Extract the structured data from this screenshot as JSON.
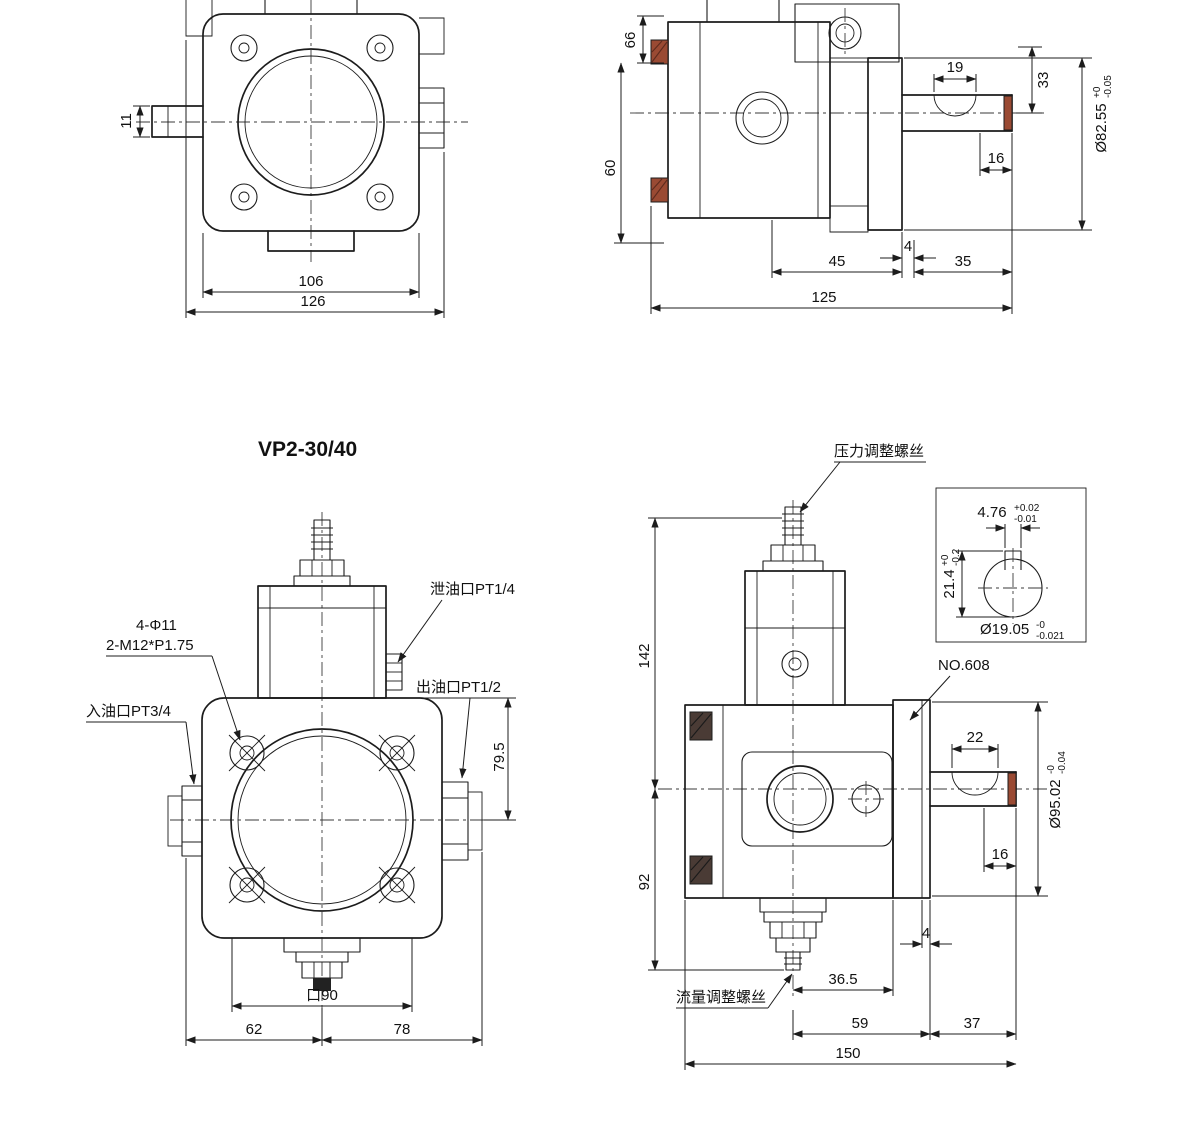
{
  "colors": {
    "background": "#ffffff",
    "line": "#1c1c1c",
    "seal_red": "#9a4a33",
    "seal_dark": "#4a3b35"
  },
  "title": "VP2-30/40",
  "front_top": {
    "dim_port_height": "11",
    "dim_bolt_span": "106",
    "dim_overall_width": "126"
  },
  "side_top": {
    "dim_port_top": "66",
    "dim_port_spacing": "60",
    "dim_key_length": "19",
    "dim_shaft_height": "33",
    "dim_shaft_end": "16",
    "dim_body_length": "45",
    "dim_flange_step": "4",
    "dim_shaft_length": "35",
    "dim_overall_length": "125",
    "spigot_dia": "Ø82.55",
    "spigot_tol_top": "+0",
    "spigot_tol_bottom": "-0.05"
  },
  "front_main": {
    "label_drain_port": "泄油口PT1/4",
    "label_bolt_holes": "4-Φ11",
    "label_mount_thread": "2-M12*P1.75",
    "label_inlet_port": "入油口PT3/4",
    "label_outlet_port": "出油口PT1/2",
    "dim_port_height": "79.5",
    "dim_square": "口90",
    "dim_left": "62",
    "dim_right": "78"
  },
  "side_main": {
    "label_pressure_screw": "压力调整螺丝",
    "label_flow_screw": "流量调整螺丝",
    "label_bearing": "NO.608",
    "dim_top_to_center": "142",
    "dim_center_to_bottom": "92",
    "dim_key_length": "22",
    "dim_shaft_end": "16",
    "dim_flange_thickness": "4",
    "dim_screw_to_face": "36.5",
    "dim_screw_to_flange": "59",
    "dim_shaft_length": "37",
    "dim_overall_length": "150",
    "spigot_dia": "Ø95.02",
    "spigot_tol_top": "-0",
    "spigot_tol_bottom": "-0.04",
    "detail": {
      "dim_key_width": "4.76",
      "key_width_tol_top": "+0.02",
      "key_width_tol_bottom": "-0.01",
      "dim_key_height": "21.4",
      "key_height_tol_top": "+0",
      "key_height_tol_bottom": "-0.2",
      "dim_shaft_dia": "Ø19.05",
      "shaft_dia_tol_top": "-0",
      "shaft_dia_tol_bottom": "-0.021"
    }
  }
}
